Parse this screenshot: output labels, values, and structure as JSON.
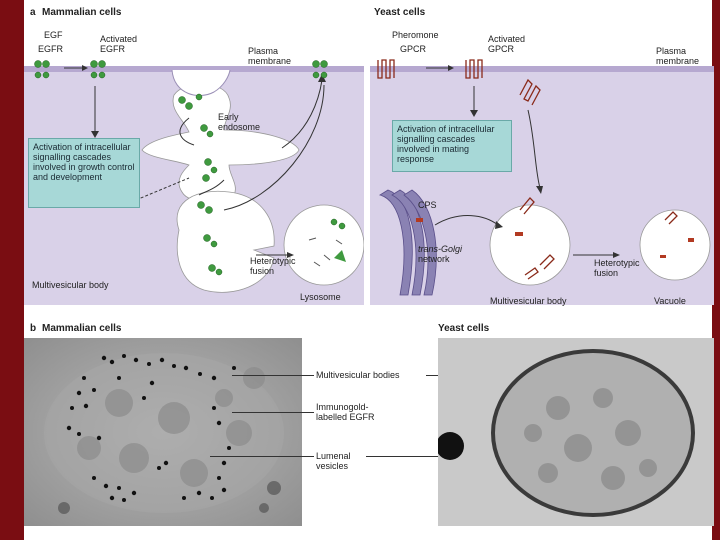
{
  "panel_a": {
    "letter": "a",
    "mammalian_title": "Mammalian cells",
    "yeast_title": "Yeast cells",
    "egf": "EGF",
    "egfr": "EGFR",
    "activated_egfr_1": "Activated",
    "activated_egfr_2": "EGFR",
    "plasma_membrane_1": "Plasma",
    "plasma_membrane_2": "membrane",
    "early_endosome_1": "Early",
    "early_endosome_2": "endosome",
    "mammal_box": "Activation of intracellular signalling cascades involved in growth control and development",
    "multivesicular_body": "Multivesicular body",
    "heterotypic_fusion_1": "Heterotypic",
    "heterotypic_fusion_2": "fusion",
    "lysosome": "Lysosome",
    "pheromone": "Pheromone",
    "gpcr": "GPCR",
    "activated_gpcr_1": "Activated",
    "activated_gpcr_2": "GPCR",
    "yeast_plasma_1": "Plasma",
    "yeast_plasma_2": "membrane",
    "yeast_box": "Activation of intracellular signalling cascades involved in mating response",
    "cps": "CPS",
    "trans_golgi_1": "trans-Golgi",
    "trans_golgi_2": "network",
    "yeast_mvb": "Multivesicular body",
    "yeast_heterotypic_1": "Heterotypic",
    "yeast_heterotypic_2": "fusion",
    "vacuole": "Vacuole"
  },
  "panel_b": {
    "letter": "b",
    "mammalian_title": "Mammalian cells",
    "yeast_title": "Yeast cells",
    "label_mvb": "Multivesicular bodies",
    "label_immuno_1": "Immunogold-",
    "label_immuno_2": "labelled EGFR",
    "label_lumenal_1": "Lumenal",
    "label_lumenal_2": "vesicles"
  },
  "colors": {
    "border": "#7a0d12",
    "cytoplasm": "#d8d0e6",
    "membrane_band": "#b9abd3",
    "box_fill": "#a7d8d7",
    "receptor_green": "#3f9a3f"
  }
}
